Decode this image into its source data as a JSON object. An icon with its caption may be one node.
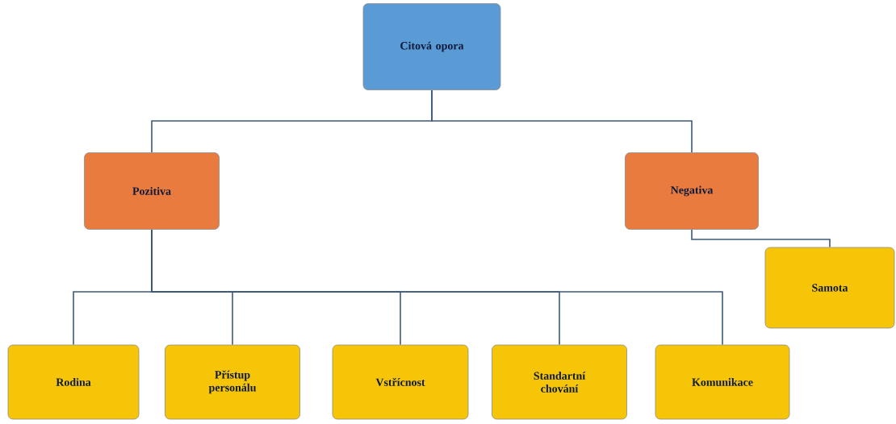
{
  "diagram": {
    "nodes": [
      {
        "text": [
          "Citová opora"
        ]
      },
      {
        "text": [
          "Pozitiva"
        ]
      },
      {
        "text": [
          "Negativa"
        ]
      },
      {
        "text": [
          "Samota"
        ]
      },
      {
        "text": [
          "Rodina"
        ]
      },
      {
        "text": [
          "Přístup personálu"
        ]
      },
      {
        "text": [
          "Vstřícnost"
        ]
      },
      {
        "text": [
          "Standartní chování"
        ]
      },
      {
        "text": [
          "Komunikace"
        ]
      }
    ],
    "edges": [
      {
        "from": 0,
        "to": 1,
        "arrow": "none"
      },
      {
        "from": 0,
        "to": 2,
        "arrow": "none"
      },
      {
        "from": 2,
        "to": 3,
        "arrow": "none"
      },
      {
        "from": 1,
        "to": 4,
        "arrow": "none"
      },
      {
        "from": 1,
        "to": 5,
        "arrow": "none"
      },
      {
        "from": 1,
        "to": 6,
        "arrow": "none"
      },
      {
        "from": 1,
        "to": 7,
        "arrow": "none"
      },
      {
        "from": 1,
        "to": 8,
        "arrow": "none"
      }
    ]
  }
}
